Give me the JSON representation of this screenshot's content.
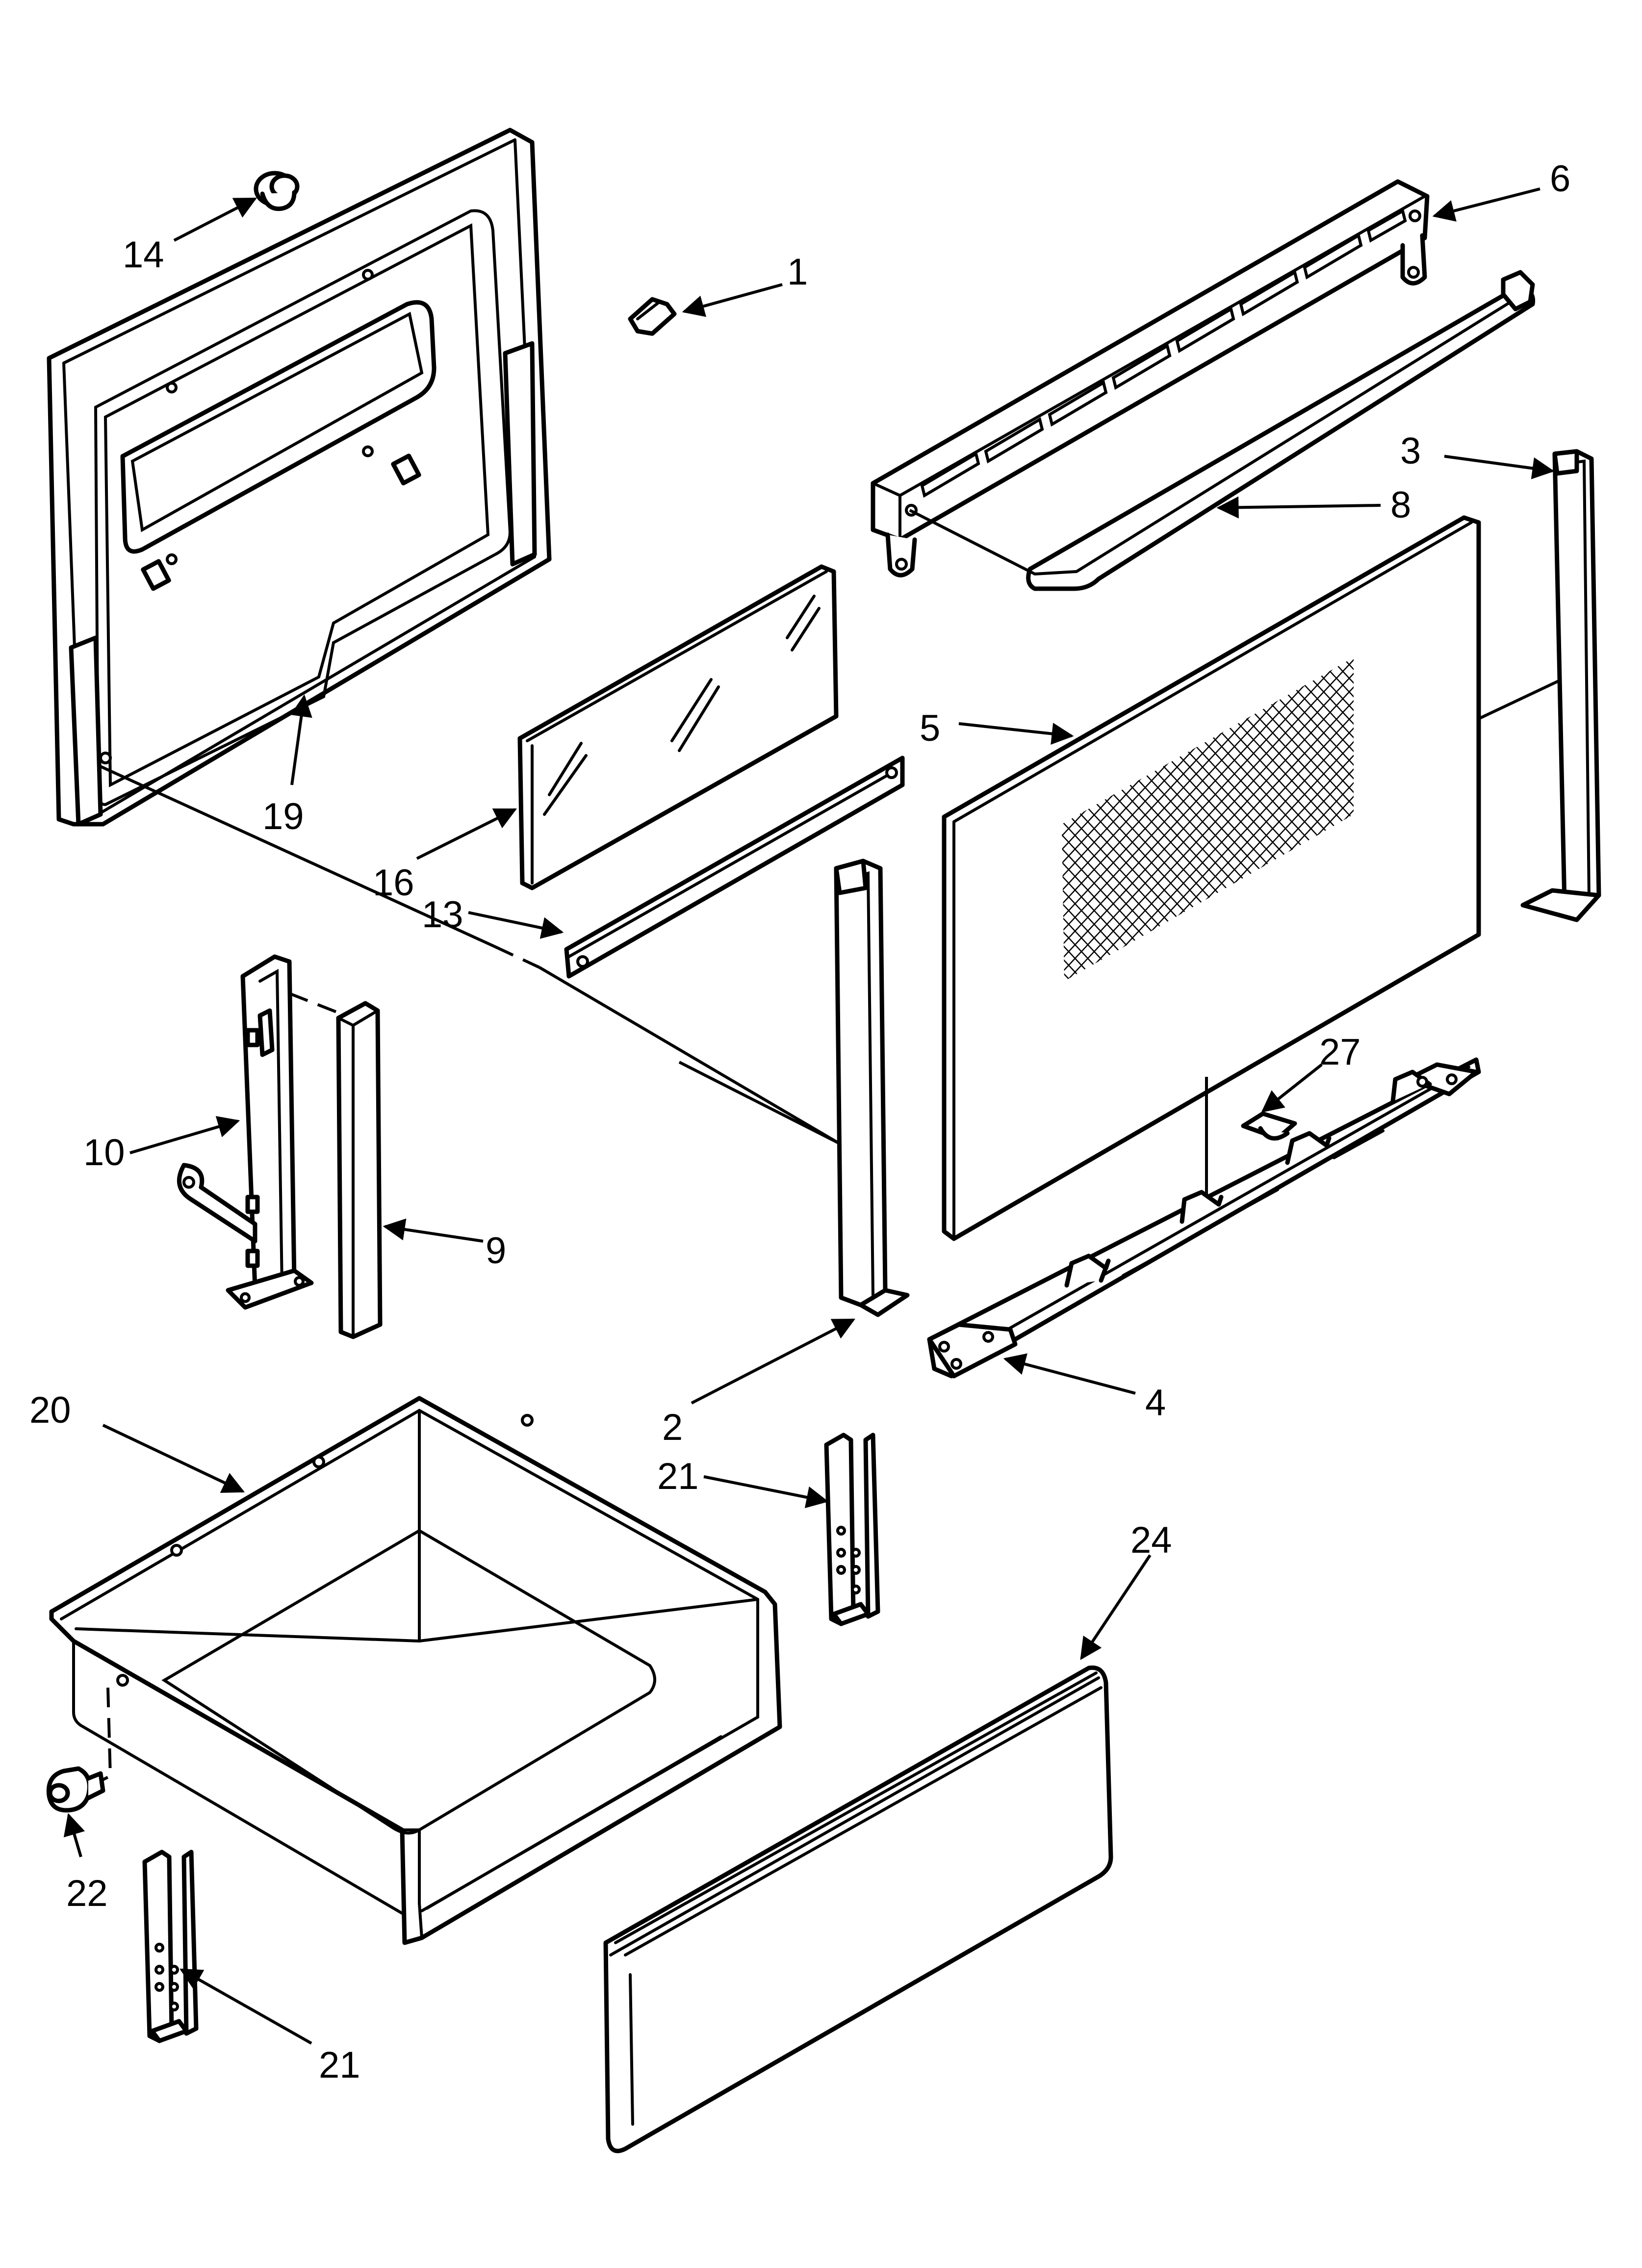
{
  "diagram": {
    "callouts": [
      {
        "id": "c14",
        "text": "14"
      },
      {
        "id": "c1",
        "text": "1"
      },
      {
        "id": "c6",
        "text": "6"
      },
      {
        "id": "c3",
        "text": "3"
      },
      {
        "id": "c8",
        "text": "8"
      },
      {
        "id": "c19",
        "text": "19"
      },
      {
        "id": "c16",
        "text": "16"
      },
      {
        "id": "c13",
        "text": "13"
      },
      {
        "id": "c5",
        "text": "5"
      },
      {
        "id": "c27",
        "text": "27"
      },
      {
        "id": "c10",
        "text": "10"
      },
      {
        "id": "c9",
        "text": "9"
      },
      {
        "id": "c2",
        "text": "2"
      },
      {
        "id": "c4",
        "text": "4"
      },
      {
        "id": "c20",
        "text": "20"
      },
      {
        "id": "c21a",
        "text": "21"
      },
      {
        "id": "c24",
        "text": "24"
      },
      {
        "id": "c22",
        "text": "22"
      },
      {
        "id": "c21b",
        "text": "21"
      }
    ]
  }
}
